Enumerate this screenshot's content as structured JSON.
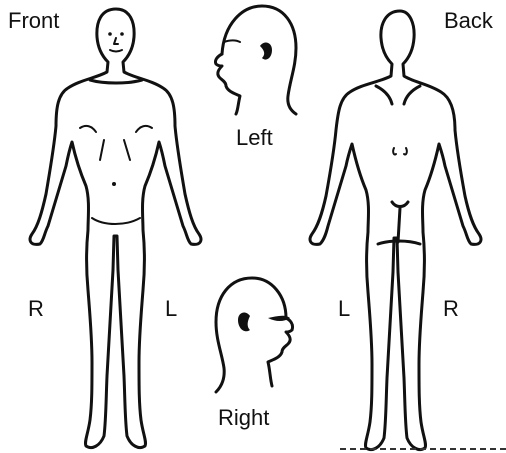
{
  "views": {
    "front": "Front",
    "back": "Back",
    "left": "Left",
    "right": "Right"
  },
  "sides": {
    "front_right": "R",
    "front_left": "L",
    "back_left": "L",
    "back_right": "R"
  },
  "colors": {
    "ink": "#111111",
    "background": "#ffffff"
  }
}
